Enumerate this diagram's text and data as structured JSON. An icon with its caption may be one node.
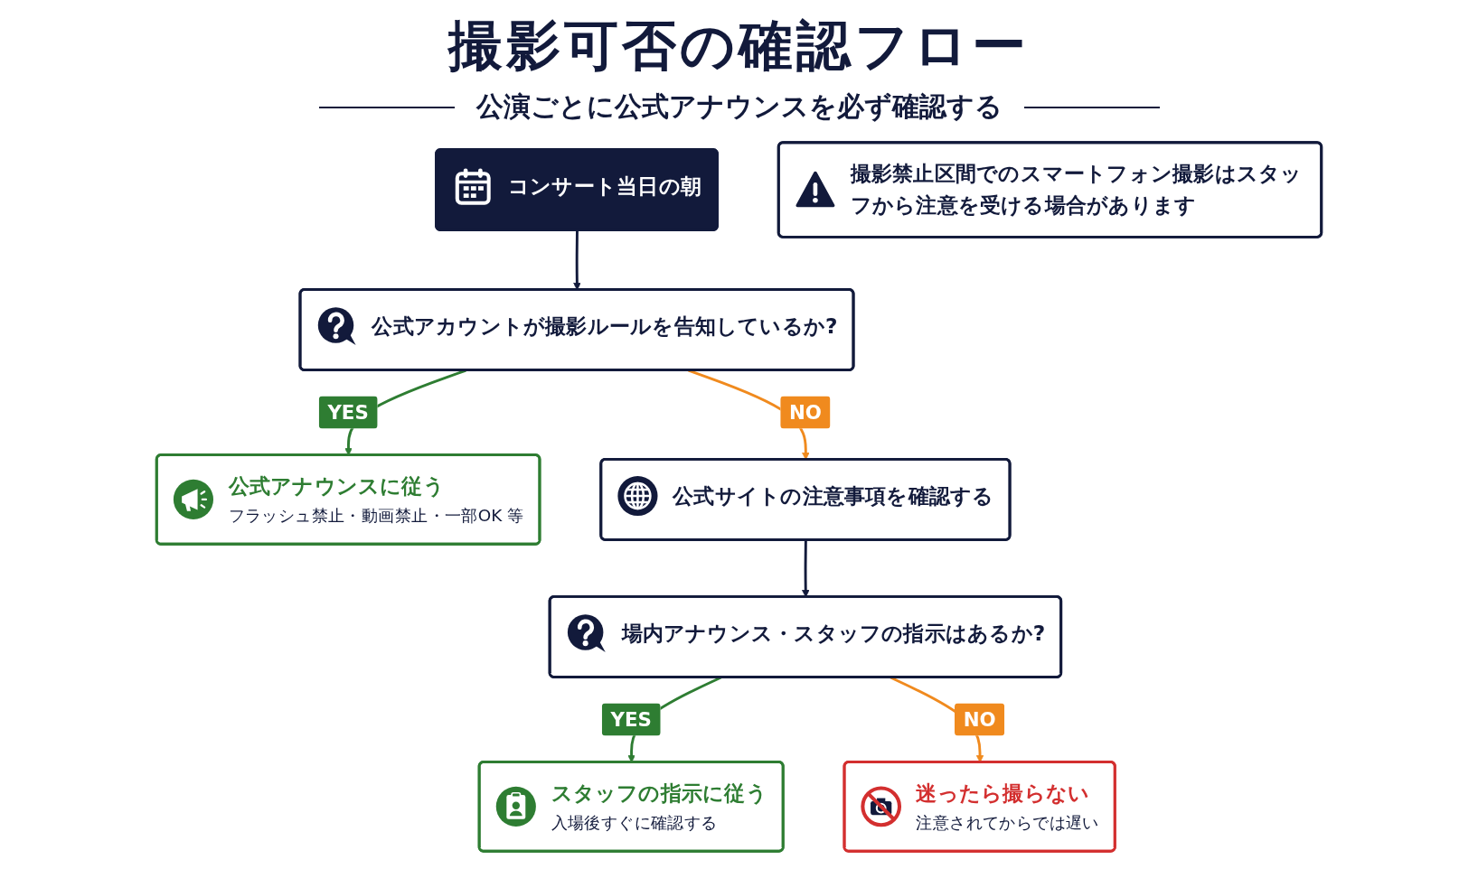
{
  "diagram": {
    "title": "撮影可否の確認フロー",
    "nodes": [
      {
        "text": [
          "コンサート当日の朝"
        ]
      },
      {
        "text": [
          "公式アカウントが撮影ルールを告知しているか?"
        ]
      },
      {
        "text": [
          "公式アナウンスに従う",
          "フラッシュ禁止・動画禁止・一部OK 等"
        ]
      },
      {
        "text": [
          "公式サイトの注意事項を確認する"
        ]
      },
      {
        "text": [
          "場内アナウンス・スタッフの指示はあるか?"
        ]
      },
      {
        "text": [
          "スタッフの指示に従う",
          "入場後すぐに確認する"
        ]
      },
      {
        "text": [
          "迷ったら撮らない",
          "注意されてからでは遅い"
        ]
      },
      {
        "text": [
          "撮影禁止区間でのスマートフォン撮影はスタッフから注意を受ける場合があります"
        ]
      }
    ],
    "edges": [
      {
        "from": 0,
        "to": 1,
        "arrow": "to"
      },
      {
        "from": 1,
        "to": 2,
        "arrow": "to",
        "label": "YES",
        "color": "#2e7d32"
      },
      {
        "from": 1,
        "to": 3,
        "arrow": "to",
        "label": "NO",
        "color": "#f08a1e"
      },
      {
        "from": 3,
        "to": 4,
        "arrow": "to"
      },
      {
        "from": 4,
        "to": 5,
        "arrow": "to",
        "label": "YES",
        "color": "#2e7d32"
      },
      {
        "from": 4,
        "to": 6,
        "arrow": "to",
        "label": "NO",
        "color": "#f08a1e"
      }
    ],
    "labels": [
      "公演ごとに公式アナウンスを必ず確認する"
    ]
  }
}
